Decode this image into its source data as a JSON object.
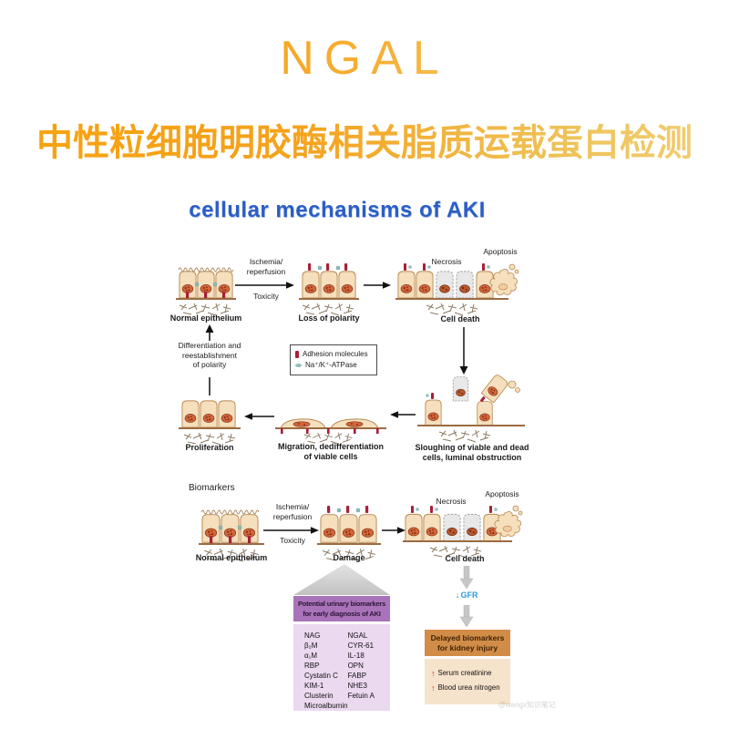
{
  "header": {
    "title": "NGAL",
    "subtitle": "中性粒细胞明胶酶相关脂质运载蛋白检测"
  },
  "diagram_title": "cellular mechanisms of AKI",
  "cycle": {
    "normal_epithelium": "Normal epithelium",
    "ischemia": "Ischemia/\nreperfusion",
    "toxicity": "Toxicity",
    "loss_of_polarity": "Loss of polarity",
    "necrosis": "Necrosis",
    "apoptosis": "Apoptosis",
    "cell_death": "Cell death",
    "differentiation": "Differentiation and\nreestablishment\nof polarity",
    "proliferation": "Proliferation",
    "migration": "Migration, dedifferentiation\nof viable cells",
    "sloughing": "Sloughing of viable and dead\ncells, luminal obstruction",
    "legend": {
      "adhesion": "Adhesion molecules",
      "atpase": "Na⁺/K⁺-ATPase"
    }
  },
  "biomarkers": {
    "heading": "Biomarkers",
    "normal_epithelium": "Normal epithelium",
    "ischemia": "Ischemia/\nreperfusion",
    "toxicity": "Toxicity",
    "damage": "Damage",
    "necrosis": "Necrosis",
    "apoptosis": "Apoptosis",
    "cell_death": "Cell death",
    "urinary_box": {
      "title": "Potential urinary biomarkers\nfor early diagnosis of AKI",
      "col1": [
        "NAG",
        "β₂M",
        "α₁M",
        "RBP",
        "Cystatin C",
        "KIM-1",
        "Clusterin",
        "Microalbumin"
      ],
      "col2": [
        "NGAL",
        "CYR-61",
        "IL-18",
        "OPN",
        "FABP",
        "NHE3",
        "Fetuin A"
      ]
    },
    "gfr": {
      "arrow": "↓",
      "label": "GFR"
    },
    "delayed_box": {
      "title": "Delayed biomarkers\nfor kidney injury",
      "item_arrow": "↑",
      "items": [
        "Serum creatinine",
        "Blood urea nitrogen"
      ]
    }
  },
  "watermark": "@wangx知识笔记",
  "colors": {
    "title_gradient_start": "#F59C0D",
    "title_gradient_end": "#F8DC85",
    "diagram_title_blue": "#2B5EC5",
    "cell_fill": "#F5DFBD",
    "cell_stroke": "#B98A52",
    "nucleus": "#D2673A",
    "membrane": "#9C6B42",
    "adhesion_red": "#A81E38",
    "atpase_teal": "#8FBFBF",
    "necrotic_fill": "#E8E8E8",
    "urinary_header": "#A873B8",
    "urinary_body": "#EBD9F0",
    "delayed_header": "#D18D47",
    "delayed_body": "#F6E3CC",
    "gfr_blue": "#2E9BD6",
    "up_arrow_red": "#D03A2A"
  }
}
